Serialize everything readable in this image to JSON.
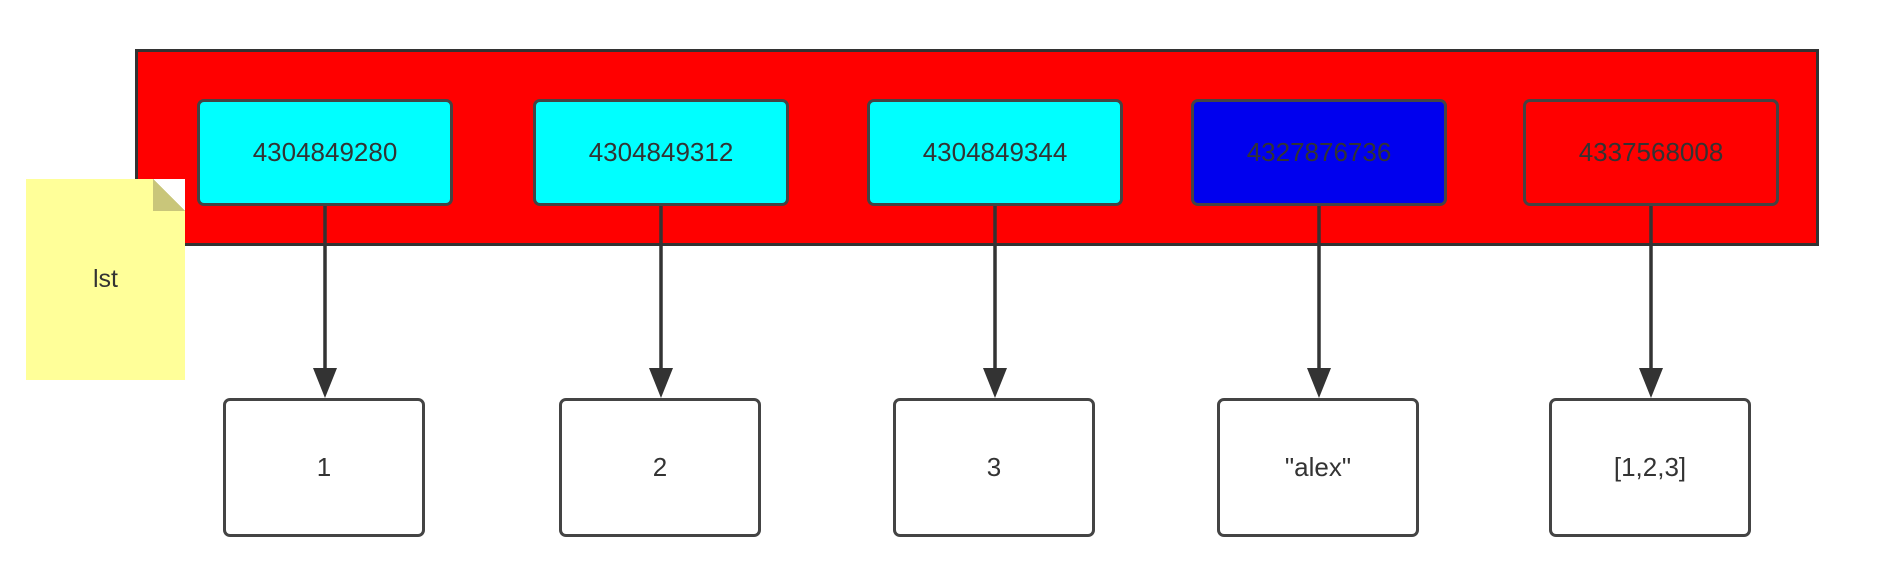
{
  "diagram": {
    "list_label": "lst",
    "colors": {
      "container_fill": "#ff0000",
      "note_fill": "#ffff99",
      "int_address_fill": "#00ffff",
      "str_address_fill": "#0000ee",
      "list_address_fill": "#ff0000",
      "value_fill": "#ffffff",
      "stroke": "#333333"
    },
    "elements": [
      {
        "address": "4304849280",
        "value": "1",
        "kind": "int"
      },
      {
        "address": "4304849312",
        "value": "2",
        "kind": "int"
      },
      {
        "address": "4304849344",
        "value": "3",
        "kind": "int"
      },
      {
        "address": "4327876736",
        "value": "\"alex\"",
        "kind": "str"
      },
      {
        "address": "4337568008",
        "value": "[1,2,3]",
        "kind": "list"
      }
    ]
  }
}
